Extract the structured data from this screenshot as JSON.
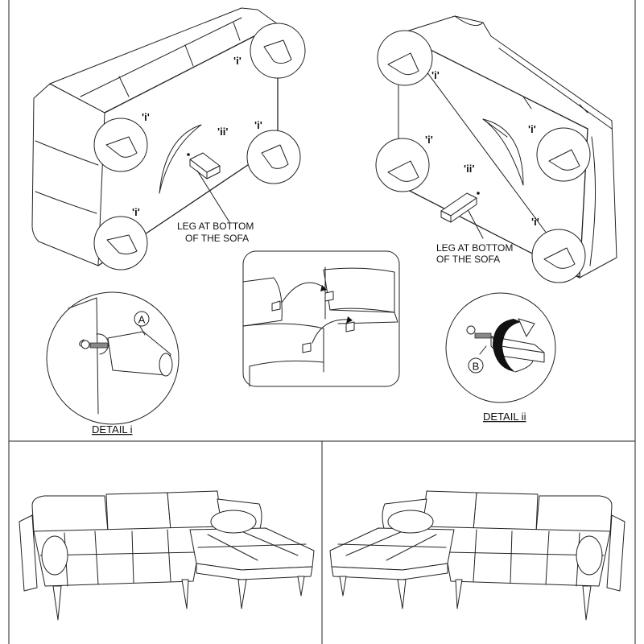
{
  "leg_marker": "'i'",
  "bracket_marker": "'ii'",
  "leg_location_note": [
    "LEG AT BOTTOM",
    "OF THE SOFA"
  ],
  "detail_i": {
    "title": "DETAIL i",
    "part_label": "A"
  },
  "detail_ii": {
    "title": "DETAIL ii",
    "part_label": "B"
  }
}
